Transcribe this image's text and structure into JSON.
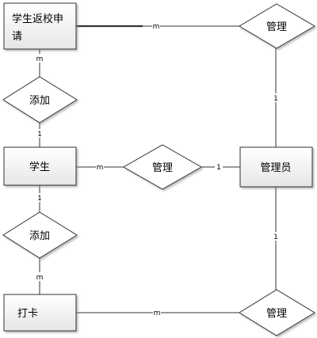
{
  "entities": {
    "application": {
      "line1": "学生返校申",
      "line2": "请"
    },
    "student": {
      "label": "学生"
    },
    "admin": {
      "label": "管理员"
    },
    "checkin": {
      "label": "打卡"
    }
  },
  "relationships": {
    "add_top": {
      "label": "添加"
    },
    "add_bottom": {
      "label": "添加"
    },
    "manage_top": {
      "label": "管理"
    },
    "manage_mid": {
      "label": "管理"
    },
    "manage_bottom": {
      "label": "管理"
    }
  },
  "cardinalities": {
    "application_top": "m",
    "application_left": "m",
    "add_top_student": "1",
    "student_add_bottom": "1",
    "add_bottom_checkin": "m",
    "student_manage": "m",
    "manage_admin": "1",
    "admin_top": "1",
    "admin_bottom": "1",
    "checkin_bottom": "m"
  },
  "colors": {
    "stroke": "#333333",
    "entity_fill_top": "#ffffff",
    "entity_fill_bottom": "#e8e8e8",
    "text": "#000000"
  }
}
